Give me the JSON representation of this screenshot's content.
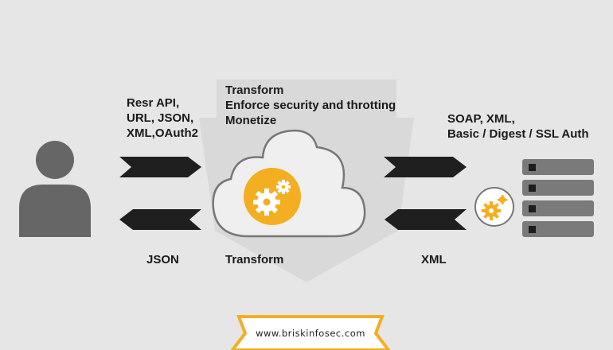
{
  "client": {
    "request_lines": [
      "Resr API,",
      "URL, JSON,",
      "XML,OAuth2"
    ],
    "response_label": "JSON"
  },
  "gateway": {
    "functions": [
      "Transform",
      "Enforce security and throtting",
      "Monetize"
    ],
    "response_label": "Transform"
  },
  "backend": {
    "request_lines": [
      "SOAP, XML,",
      "Basic / Digest / SSL Auth"
    ],
    "response_label": "XML"
  },
  "footer": {
    "url": "www.briskinfosec.com"
  },
  "colors": {
    "background": "#e6e6e6",
    "arrow": "#1f1f1f",
    "cloud_stroke": "#777777",
    "gear_orange": "#f4ae22",
    "person": "#666666",
    "server": "#7a7a7a",
    "shield": "#d9d9d9"
  },
  "icons": [
    "person-icon",
    "cloud-icon",
    "gear-icon",
    "server-stack-icon"
  ]
}
